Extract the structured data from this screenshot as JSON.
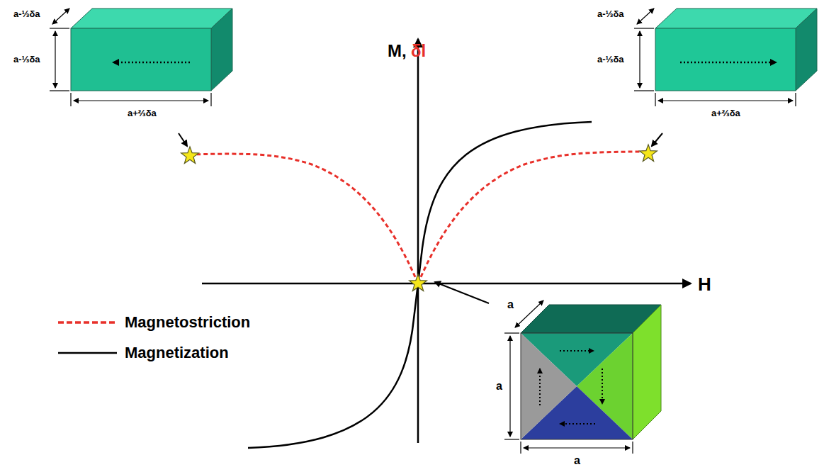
{
  "diagram": {
    "labels": [
      "a-⅓δa",
      "a-⅓δa",
      "a+⅔δa",
      "a-⅓δa",
      "a-⅓δa",
      "a+⅔δa",
      "M,",
      "δl",
      "H",
      "a",
      "a",
      "a"
    ],
    "legend": [
      {
        "text": "Magnetostriction"
      },
      {
        "text": "Magnetization"
      }
    ]
  }
}
